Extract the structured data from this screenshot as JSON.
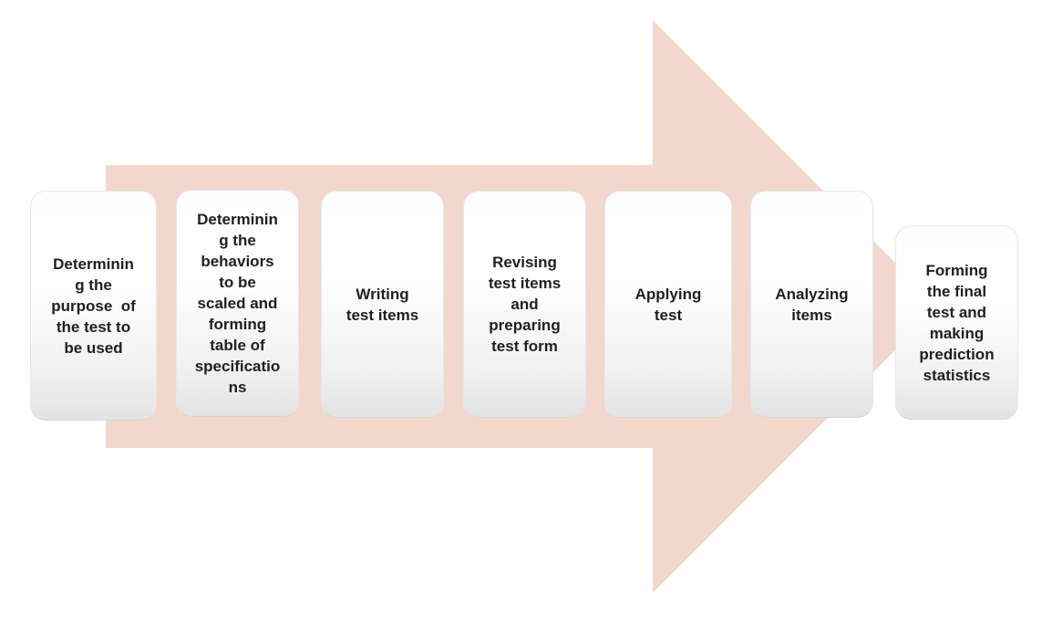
{
  "diagram": {
    "type": "process-arrow",
    "direction": "right",
    "steps": [
      {
        "label": "Determinin\ng the\npurpose  of\nthe test to\nbe used"
      },
      {
        "label": "Determinin\ng the\nbehaviors\nto be\nscaled and\nforming\ntable of\nspecificatio\nns"
      },
      {
        "label": "Writing\ntest items"
      },
      {
        "label": "Revising\ntest items\nand\npreparing\ntest form"
      },
      {
        "label": "Applying\ntest"
      },
      {
        "label": "Analyzing\nitems"
      },
      {
        "label": "Forming\nthe final\ntest and\nmaking\nprediction\nstatistics"
      }
    ]
  },
  "colors": {
    "arrow_fill": "#f2d8cc",
    "step_text": "#1f1f1f",
    "box_gradient_bottom": "#e3e3e3",
    "background": "#ffffff"
  }
}
